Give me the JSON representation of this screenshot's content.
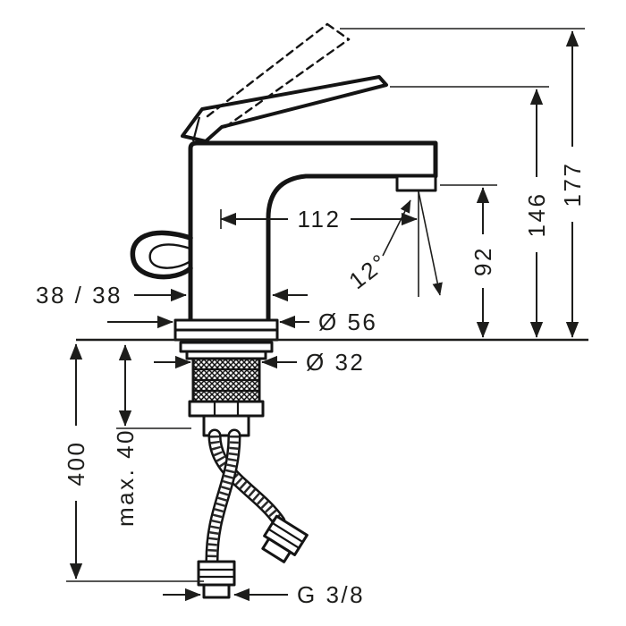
{
  "drawing": {
    "ink_color": "#1d1d1b",
    "background_color": "#ffffff",
    "labels": {
      "total_height": "177",
      "lever_tip_height": "146",
      "spout_height": "92",
      "spout_reach": "112",
      "spray_angle": "12°",
      "body_width": "38 / 38",
      "base_diameter": "Ø 56",
      "shank_diameter": "Ø 32",
      "hose_length": "400",
      "max_mounting_depth": "max. 40",
      "connection_thread": "G 3/8"
    }
  }
}
